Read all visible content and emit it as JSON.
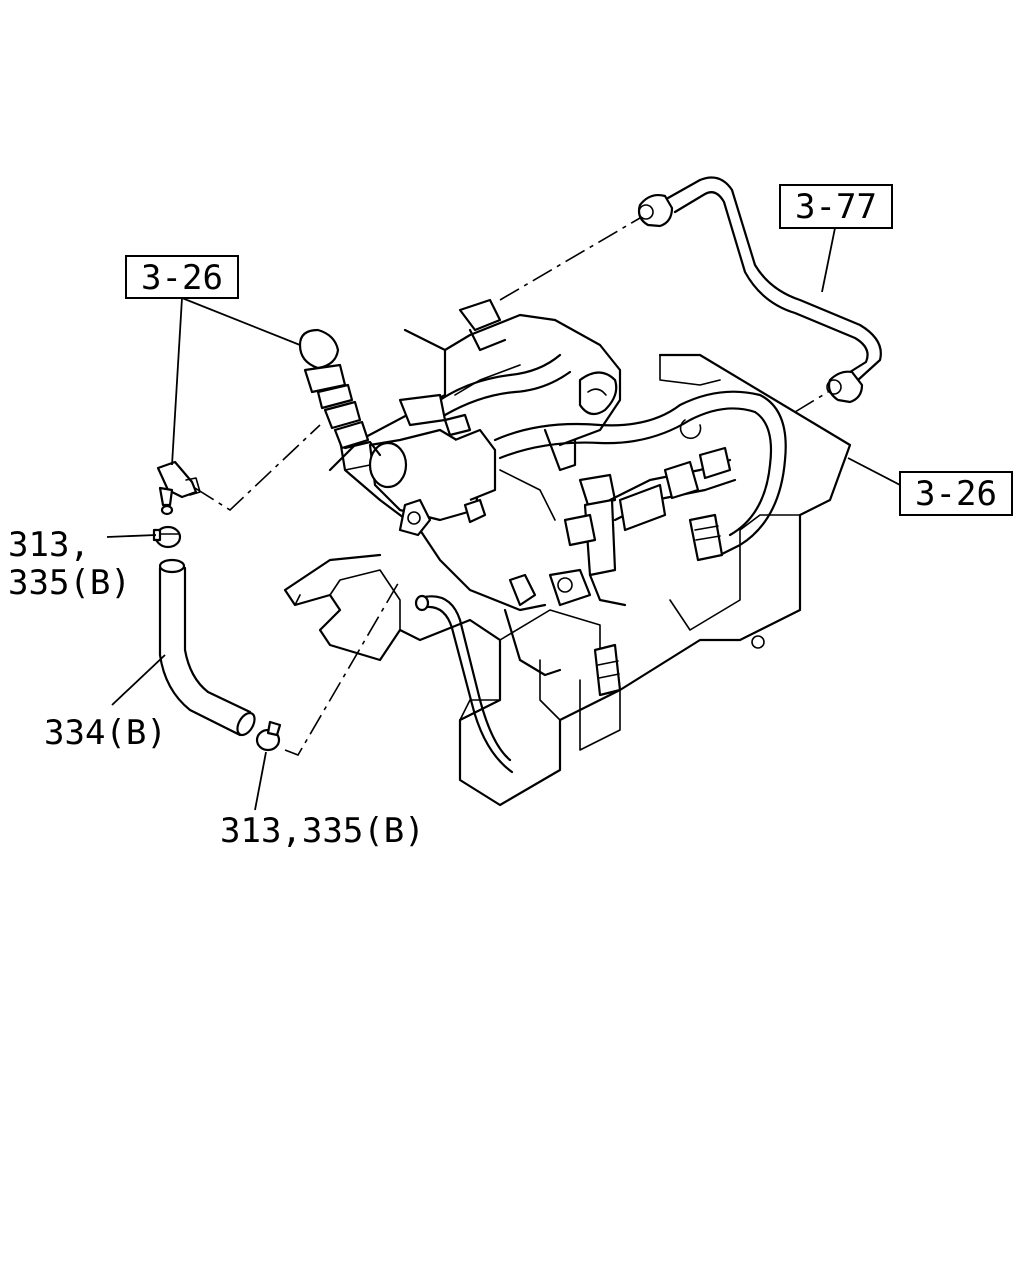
{
  "callouts": {
    "ref_3_26_top": "3-26",
    "ref_3_77": "3-77",
    "ref_3_26_right": "3-26"
  },
  "labels": {
    "clamp_upper_line1": "313,",
    "clamp_upper_line2": "335(B)",
    "hose": "334(B)",
    "clamp_lower": "313,335(B)"
  }
}
